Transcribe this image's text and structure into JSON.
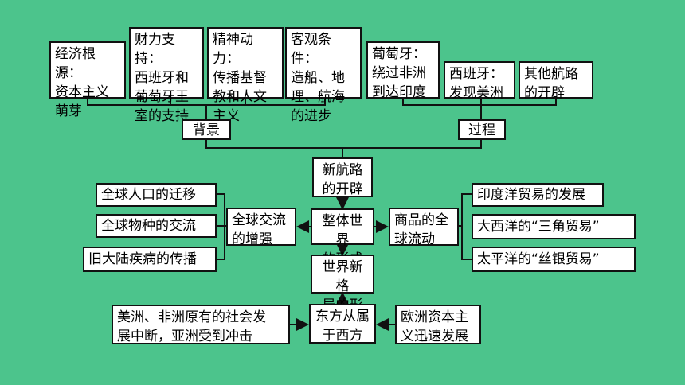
{
  "background": {
    "economy": "经济根源：\n资本主义\n萌芽",
    "finance": "财力支持：\n西班牙和\n葡萄牙王\n室的支持",
    "spirit": "精神动力：\n传播基督\n教和人文\n主义",
    "objective": "客观条件：\n造船、地\n理、航海\n的进步",
    "label": "背景"
  },
  "process": {
    "portugal": "葡萄牙：\n绕过非洲\n到达印度",
    "spain": "西班牙：\n发现美洲",
    "others": "其他航路\n的开辟",
    "label": "过程"
  },
  "center": {
    "new_route": "新航路\n的开辟",
    "whole_world": "整体世界\n的形成",
    "new_pattern": "世界新格\n局的形成",
    "east_subordinate": "东方从属\n于西方"
  },
  "left": {
    "exchange": "全球交流\n的增强",
    "population": "全球人口的迁移",
    "species": "全球物种的交流",
    "disease": "旧大陆疾病的传播"
  },
  "right": {
    "commodity": "商品的全\n球流动",
    "indian": "印度洋贸易的发展",
    "atlantic": "大西洋的“三角贸易”",
    "pacific": "太平洋的“丝银贸易”"
  },
  "bottom": {
    "americas": "美洲、非洲原有的社会发\n展中断，亚洲受到冲击",
    "europe": "欧洲资本主\n义迅速发展"
  }
}
